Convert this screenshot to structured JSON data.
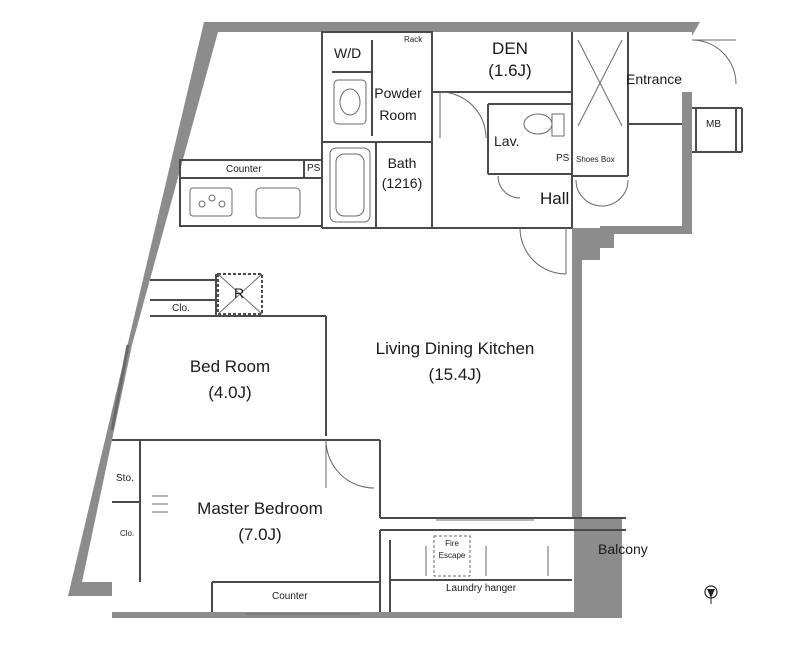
{
  "rooms": {
    "den": {
      "name": "DEN",
      "size": "(1.6J)"
    },
    "wd": "W/D",
    "rack": "Rack",
    "powder": {
      "line1": "Powder",
      "line2": "Room"
    },
    "lav": "Lav.",
    "entrance": "Entrance",
    "mb": "MB",
    "bath": {
      "name": "Bath",
      "size": "(1216)"
    },
    "ps_top": "PS",
    "ps_hall": "PS",
    "shoes_box": "Shoes Box",
    "hall": "Hall",
    "counter_kitchen": "Counter",
    "refrigerator": "R",
    "clo_bed": "Clo.",
    "bedroom": {
      "name": "Bed Room",
      "size": "(4.0J)"
    },
    "ldk": {
      "name": "Living Dining Kitchen",
      "size": "(15.4J)"
    },
    "master": {
      "name": "Master Bedroom",
      "size": "(7.0J)"
    },
    "sto": "Sto.",
    "clo_master": "Clo.",
    "fire_escape": {
      "line1": "Fire",
      "line2": "Escape"
    },
    "balcony": "Balcony",
    "laundry": "Laundry hanger",
    "counter_bottom": "Counter"
  },
  "north_icon": "north-arrow-icon",
  "colors": {
    "wall": "#8c8c8c",
    "line": "#4a4a4a",
    "fixture": "#5a5a5a"
  }
}
